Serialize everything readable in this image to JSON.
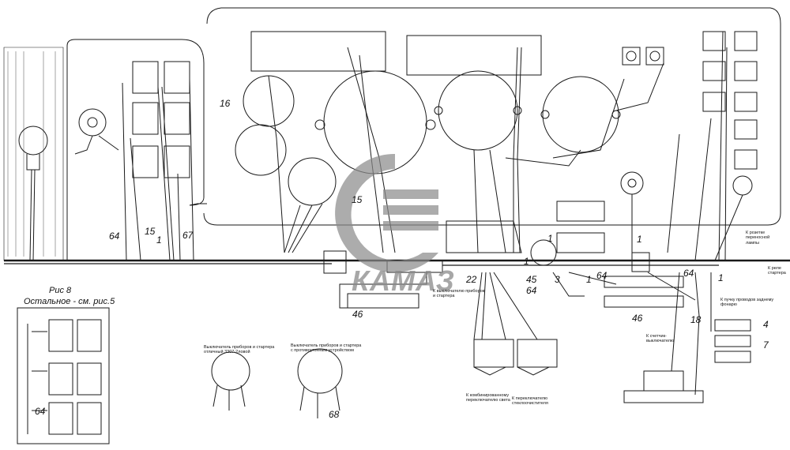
{
  "figure": {
    "caption_title": "Рис 8",
    "caption_sub": "Остальное - см. рис.5"
  },
  "callouts": [
    {
      "id": "c16",
      "text": "16"
    },
    {
      "id": "c15a",
      "text": "15"
    },
    {
      "id": "c64a",
      "text": "64"
    },
    {
      "id": "c15b",
      "text": "15"
    },
    {
      "id": "c1a",
      "text": "1"
    },
    {
      "id": "c67",
      "text": "67"
    },
    {
      "id": "c22",
      "text": "22"
    },
    {
      "id": "c1b",
      "text": "1"
    },
    {
      "id": "c1c",
      "text": "1"
    },
    {
      "id": "c1d",
      "text": "1"
    },
    {
      "id": "c45",
      "text": "45"
    },
    {
      "id": "c3",
      "text": "3"
    },
    {
      "id": "c64b",
      "text": "64"
    },
    {
      "id": "c1e",
      "text": "1"
    },
    {
      "id": "c64c",
      "text": "64"
    },
    {
      "id": "c46a",
      "text": "46"
    },
    {
      "id": "c46b",
      "text": "46"
    },
    {
      "id": "c64d",
      "text": "64"
    },
    {
      "id": "c1f",
      "text": "1"
    },
    {
      "id": "c18",
      "text": "18"
    },
    {
      "id": "c4",
      "text": "4"
    },
    {
      "id": "c7",
      "text": "7"
    },
    {
      "id": "c64e",
      "text": "64"
    },
    {
      "id": "c68",
      "text": "68"
    }
  ],
  "notes": {
    "switch_starter": "К выключателю приборов\nи стартера",
    "switch_left": "Выключатель приборов и стартера\nотличный 3307-2ловой",
    "switch_right": "Выключатель приборов и стартера\nс противоугонным устройством",
    "combined_switch": "К комбинированному\nпереключателю света",
    "wipers_switch": "К переключателю\nстеклоочистителя",
    "odometer": "К счетчик-\nвыключателю",
    "horn_pedal": "К пучку проводов заднему\nфонарю",
    "starter_relay": "К реле\nстартера",
    "socket_lamp": "К розетке\nпереносной\nлампы"
  },
  "logo": {
    "brand": "КАМАЗ"
  },
  "colors": {
    "line": "#1a1a1a",
    "logo": "#8a8a8a"
  }
}
